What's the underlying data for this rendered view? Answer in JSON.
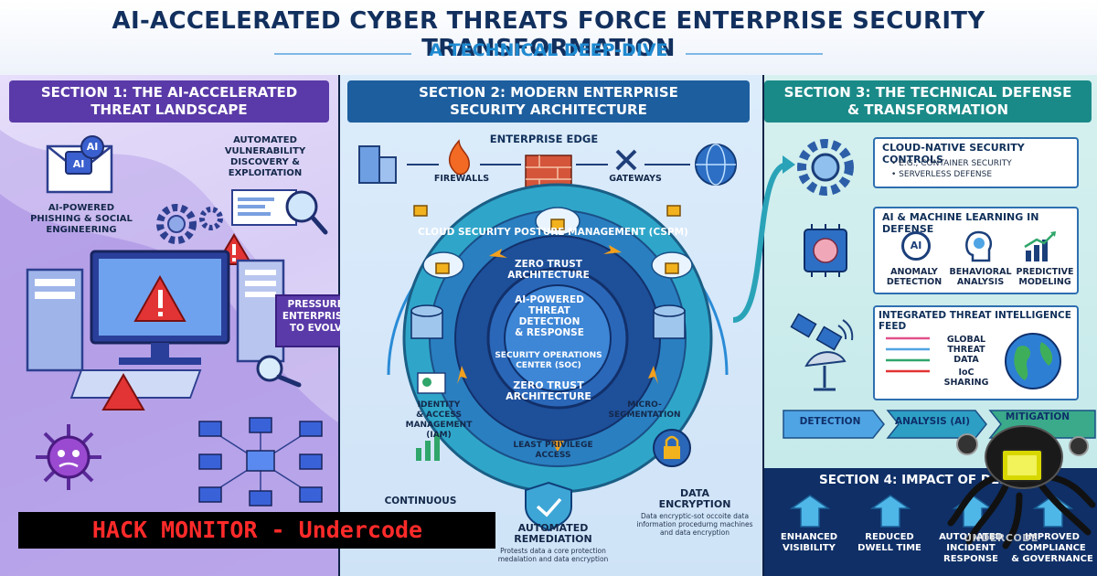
{
  "header": {
    "title": "AI-ACCELERATED CYBER THREATS FORCE ENTERPRISE SECURITY TRANSFORMATION",
    "subtitle": "A TECHNICAL DEEP-DIVE"
  },
  "section1": {
    "title_line1": "SECTION 1: THE AI-ACCELERATED",
    "title_line2": "THREAT LANDSCAPE",
    "phishing_line1": "AI-POWERED",
    "phishing_line2": "PHISHING & SOCIAL",
    "phishing_line3": "ENGINEERING",
    "vuln_line1": "AUTOMATED",
    "vuln_line2": "VULNERABILITY",
    "vuln_line3": "DISCOVERY &",
    "vuln_line4": "EXPLOITATION",
    "ai_badge": "AI",
    "pressure_line1": "PRESSURES",
    "pressure_line2": "ENTERPRISES",
    "pressure_line3": "TO EVOLVE"
  },
  "section2": {
    "title_line1": "SECTION 2: MODERN ENTERPRISE",
    "title_line2": "SECURITY ARCHITECTURE",
    "enterprise_edge": "ENTERPRISE EDGE",
    "firewalls": "FIREWALLS",
    "gateways": "GATEWAYS",
    "cspm": "CLOUD SECURITY POSTURE MANAGEMENT (CSPM)",
    "zta_top": "ZERO TRUST ARCHITECTURE",
    "zta_bottom": "ZERO TRUST ARCHITECTURE",
    "core_line1": "AI-POWERED",
    "core_line2": "THREAT",
    "core_line3": "DETECTION",
    "core_line4": "& RESPONSE",
    "soc_line1": "SECURITY OPERATIONS",
    "soc_line2": "CENTER (SOC)",
    "iam_line1": "IDENTITY",
    "iam_line2": "& ACCESS",
    "iam_line3": "MANAGEMENT",
    "iam_line4": "(IAM)",
    "micro_line1": "MICRO-",
    "micro_line2": "SEGMENTATION",
    "lpa_line1": "LEAST PRIVILEGE",
    "lpa_line2": "ACCESS",
    "continuous": "CONTINUOUS",
    "remediation_line1": "AUTOMATED",
    "remediation_line2": "REMEDIATION",
    "remediation_desc1": "Protests data a core protection",
    "remediation_desc2": "medalation and data encryption",
    "encryption_line1": "DATA",
    "encryption_line2": "ENCRYPTION",
    "encryption_desc1": "Data encryptic-sot occoite data",
    "encryption_desc2": "information procedurng machines",
    "encryption_desc3": "and data encryption"
  },
  "section3": {
    "title_line1": "SECTION 3: THE TECHNICAL DEFENSE",
    "title_line2": "& TRANSFORMATION",
    "cloud_title": "CLOUD-NATIVE SECURITY CONTROLS",
    "cloud_bullet1": "• E.G., CONTAINER SECURITY",
    "cloud_bullet2": "• SERVERLESS DEFENSE",
    "ml_title": "AI & MACHINE LEARNING IN DEFENSE",
    "ml_badge": "AI",
    "anomaly_line1": "ANOMALY",
    "anomaly_line2": "DETECTION",
    "behavioral_line1": "BEHAVIORAL",
    "behavioral_line2": "ANALYSIS",
    "predictive_line1": "PREDICTIVE",
    "predictive_line2": "MODELING",
    "intel_title": "INTEGRATED THREAT INTELLIGENCE FEED",
    "global_line1": "GLOBAL",
    "global_line2": "THREAT DATA",
    "ioc_line1": "IoC",
    "ioc_line2": "SHARING",
    "flow_detection": "DETECTION",
    "flow_analysis": "ANALYSIS (AI)",
    "flow_mitigation": "MITIGATION"
  },
  "section4": {
    "title": "SECTION 4: IMPACT OF DEFENSE",
    "visibility_line1": "ENHANCED",
    "visibility_line2": "VISIBILITY",
    "dwell_line1": "REDUCED",
    "dwell_line2": "DWELL TIME",
    "incident_line1": "AUTOMATED",
    "incident_line2": "INCIDENT",
    "incident_line3": "RESPONSE",
    "compliance_line1": "IMPROVED",
    "compliance_line2": "COMPLIANCE",
    "compliance_line3": "& GOVERNANCE"
  },
  "banner": {
    "text": "HACK MONITOR - Undercode"
  },
  "watermark": {
    "text": "UNDERCODE"
  },
  "colors": {
    "header_title": "#12305e",
    "header_subtitle": "#1f8ad0",
    "section1_bg": "#5a3aa8",
    "section2_bg": "#1d5e9e",
    "section3_bg": "#1a8a88",
    "section4_bg": "#0f2f66",
    "banner_text": "#ff2a2a",
    "alert": "#e23434",
    "lock": "#f2b21e"
  }
}
